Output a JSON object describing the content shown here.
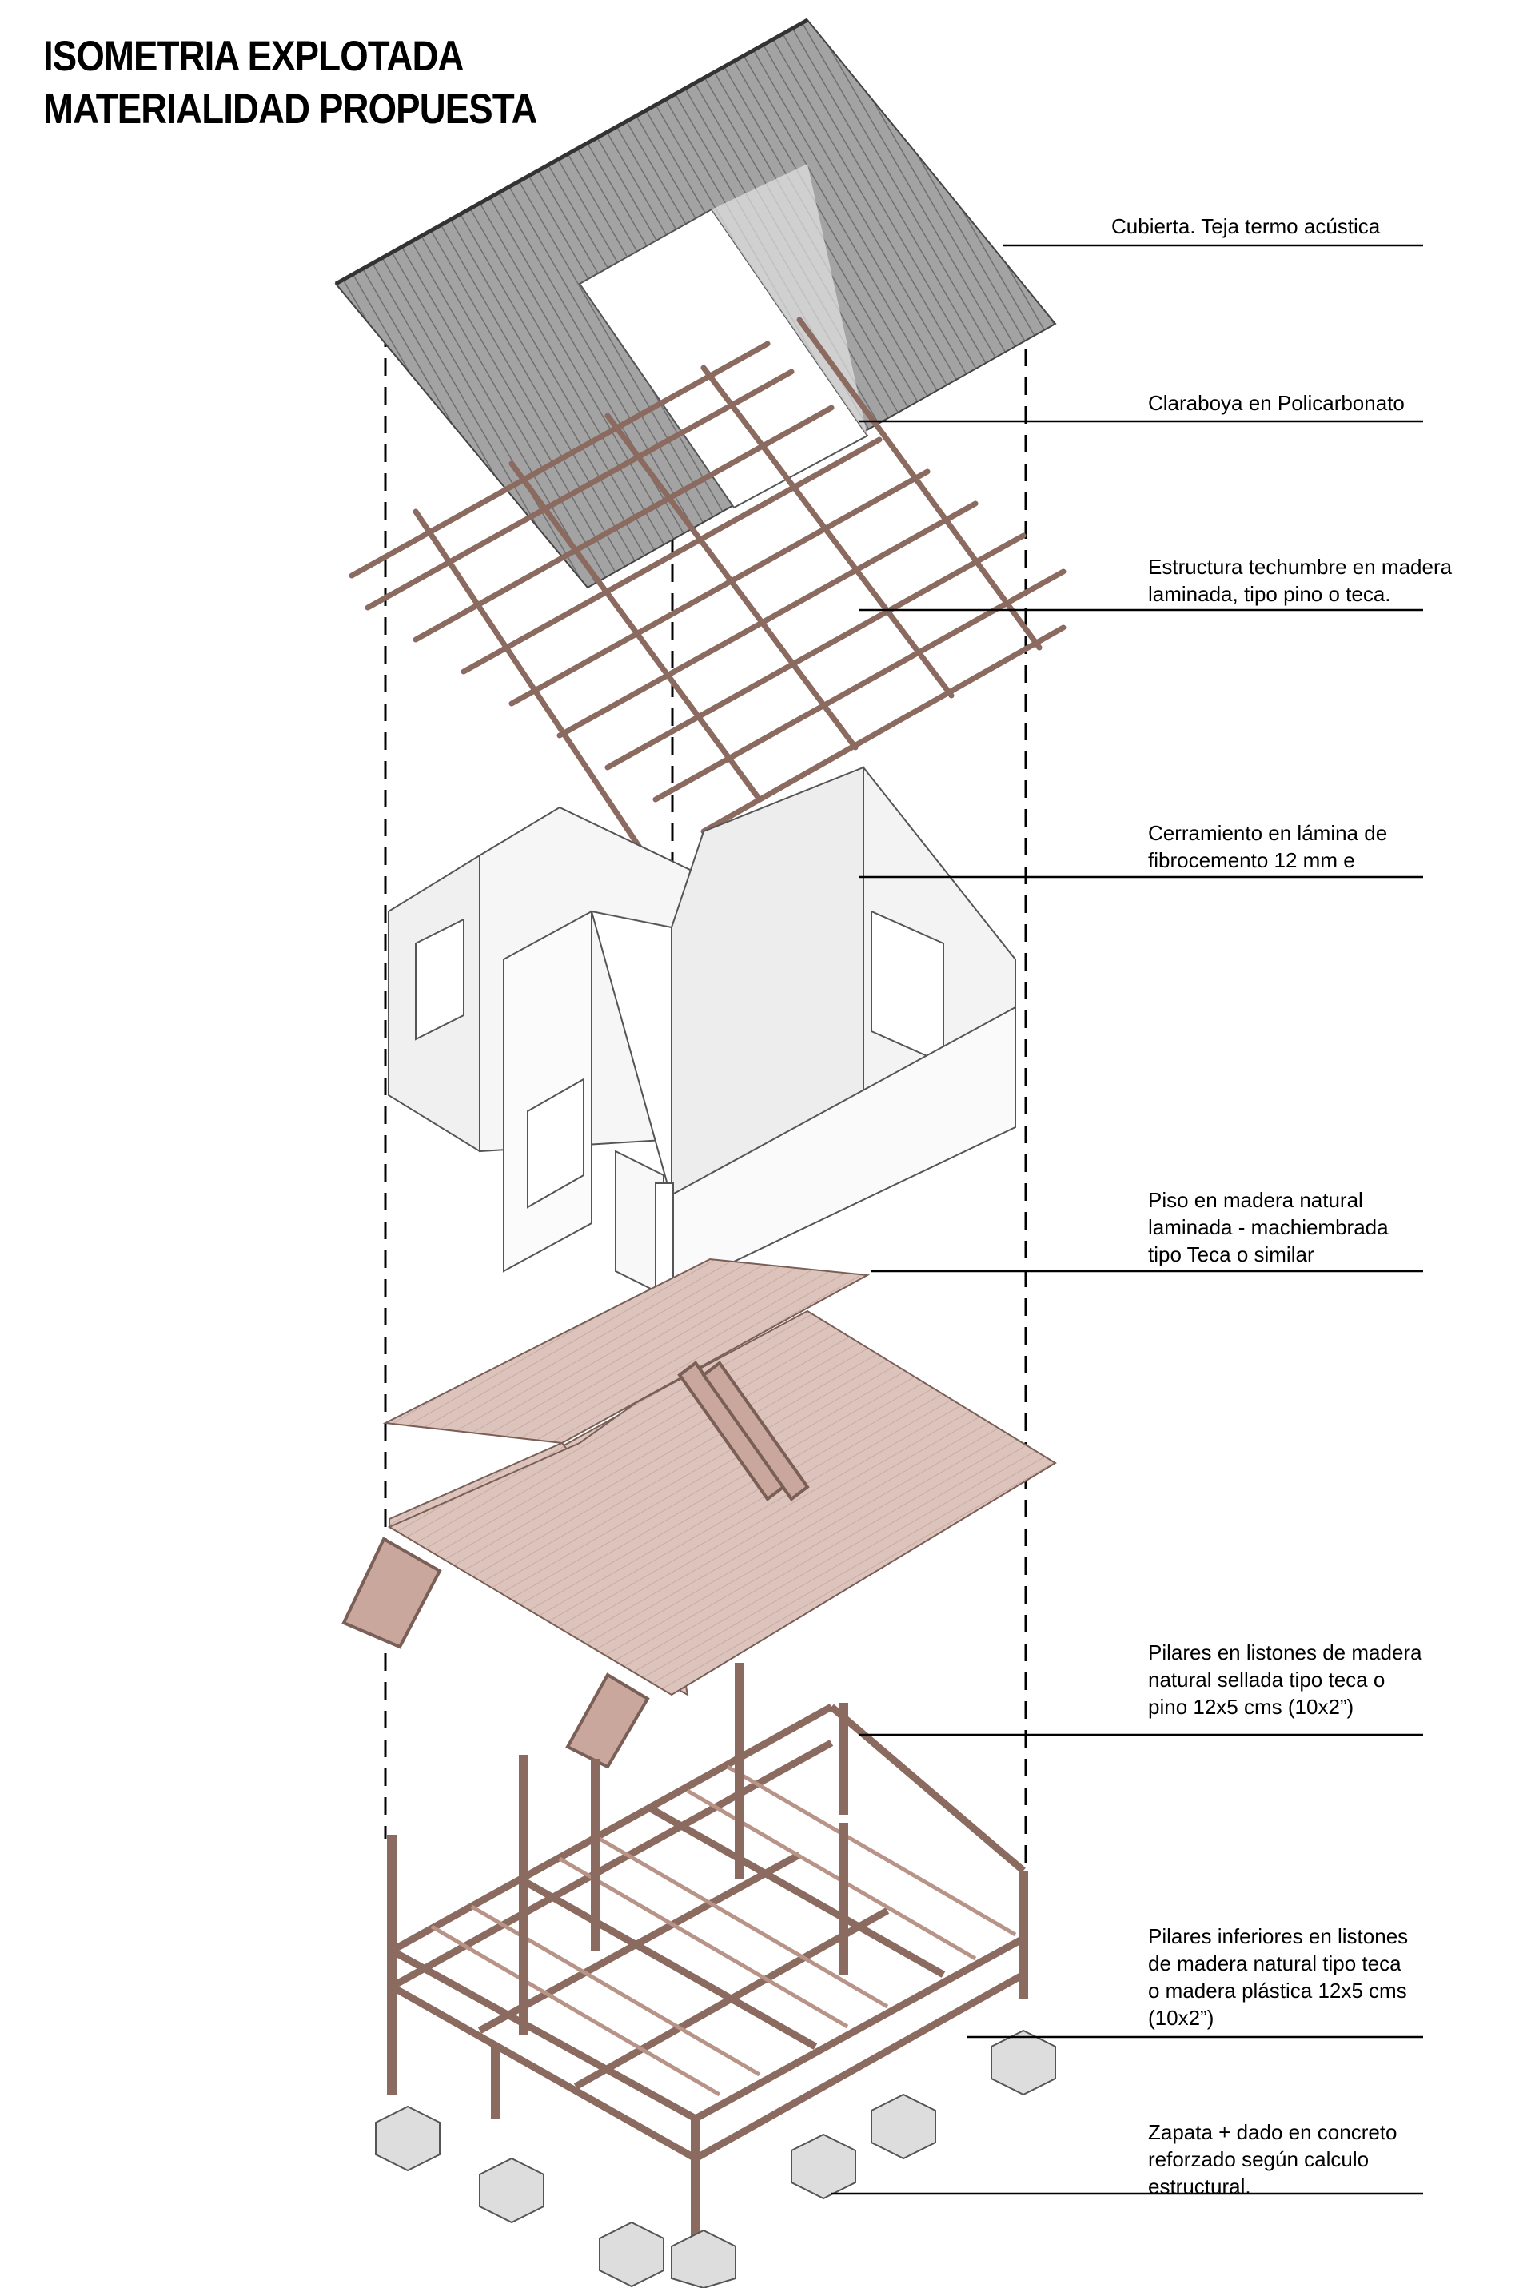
{
  "title": {
    "line1": "ISOMETRIA EXPLOTADA",
    "line2": "MATERIALIDAD PROPUESTA"
  },
  "colors": {
    "ink": "#000000",
    "roof_fill": "#9a9a9a",
    "roof_ridge": "#555555",
    "wood": "#c9a79c",
    "wood_dark": "#8b6a60",
    "floor": "#dcc3bb",
    "wall": "#f4f4f4",
    "concrete": "#d8d8d8",
    "skylight": "#e6e6e6"
  },
  "labels": [
    {
      "id": "cubierta",
      "lines": [
        "Cubierta. Teja termo acústica"
      ]
    },
    {
      "id": "claraboya",
      "lines": [
        "Claraboya en Policarbonato"
      ]
    },
    {
      "id": "techumbre",
      "lines": [
        "Estructura techumbre en madera",
        "laminada,  tipo pino o teca."
      ]
    },
    {
      "id": "cerramiento",
      "lines": [
        "Cerramiento en lámina de",
        "fibrocemento 12 mm e"
      ]
    },
    {
      "id": "piso",
      "lines": [
        "Piso en madera natural",
        "laminada - machiembrada",
        "tipo Teca o similar"
      ]
    },
    {
      "id": "pilares",
      "lines": [
        "Pilares en listones de madera",
        "natural sellada tipo teca o",
        "pino  12x5 cms (10x2”)"
      ]
    },
    {
      "id": "pilares-inferiores",
      "lines": [
        "Pilares inferiores en listones",
        "de madera natural tipo teca",
        "o madera plástica 12x5 cms",
        "(10x2”)"
      ]
    },
    {
      "id": "zapata",
      "lines": [
        "Zapata + dado en concreto",
        "reforzado según calculo",
        "estructural."
      ]
    }
  ]
}
